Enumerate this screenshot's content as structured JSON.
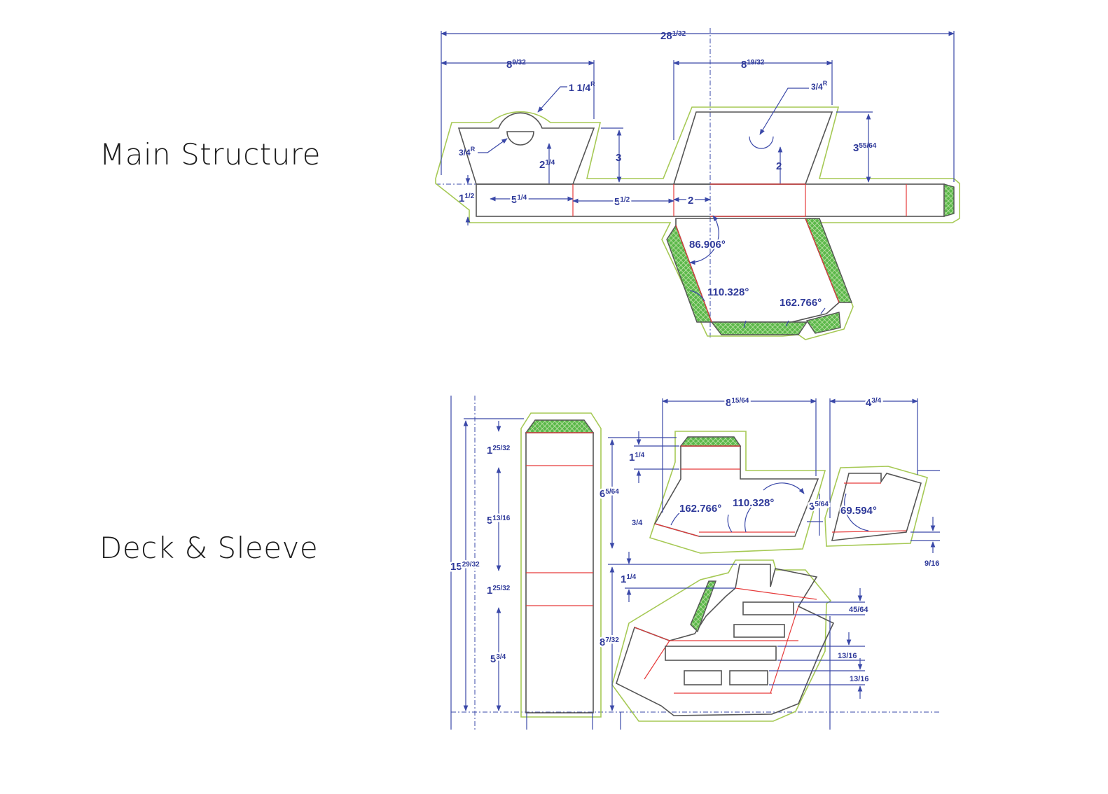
{
  "labels": {
    "main": "Main Structure",
    "deck": "Deck & Sleeve"
  },
  "colors": {
    "dimension": "#2f3a9a",
    "cut": "#555555",
    "crease": "#e63a3a",
    "bleed": "#a6c955",
    "glue": "#5bb84a"
  },
  "main_dims": {
    "overall_whole": "28",
    "overall_frac": "1/32",
    "left_width_whole": "8",
    "left_width_frac": "9/32",
    "right_width_whole": "8",
    "right_width_frac": "19/32",
    "radius_large": "1 1/4",
    "radius_large_sup": "R",
    "radius_small_left": "3/4",
    "radius_small_left_sup": "R",
    "radius_small_right": "3/4",
    "radius_small_right_sup": "R",
    "left_height_whole": "2",
    "left_height_frac": "1/4",
    "step_height": "3",
    "center_height": "2",
    "right_height_whole": "3",
    "right_height_frac": "55/64",
    "band_height_whole": "1",
    "band_height_frac": "1/2",
    "seg1_whole": "5",
    "seg1_frac": "1/4",
    "seg2_whole": "5",
    "seg2_frac": "1/2",
    "seg3": "2",
    "angle1": "86.906°",
    "angle2": "110.328°",
    "angle3": "162.766°"
  },
  "deck_dims": {
    "total_height_whole": "15",
    "total_height_frac": "29/32",
    "top_flap_whole": "1",
    "top_flap_frac": "25/32",
    "panel1_whole": "5",
    "panel1_frac": "13/16",
    "mid_flap_whole": "1",
    "mid_flap_frac": "25/32",
    "panel2_whole": "5",
    "panel2_frac": "3/4",
    "sleeve_width_whole": "8",
    "sleeve_width_frac": "15/64",
    "small_width_whole": "4",
    "small_width_frac": "3/4",
    "sleeve_flap_whole": "1",
    "sleeve_flap_frac": "1/4",
    "sleeve_height_whole": "6",
    "sleeve_height_frac": "5/64",
    "sleeve_right_whole": "3",
    "sleeve_right_frac": "5/64",
    "sleeve_small": "3/4",
    "sleeve_angle1": "162.766°",
    "sleeve_angle2": "110.328°",
    "small_angle": "69.594°",
    "small_gap": "9/16",
    "deck_flap_whole": "1",
    "deck_flap_frac": "1/4",
    "deck_height_whole": "8",
    "deck_height_frac": "7/32",
    "slot1": "45/64",
    "slot2": "13/16",
    "slot3": "13/16"
  }
}
